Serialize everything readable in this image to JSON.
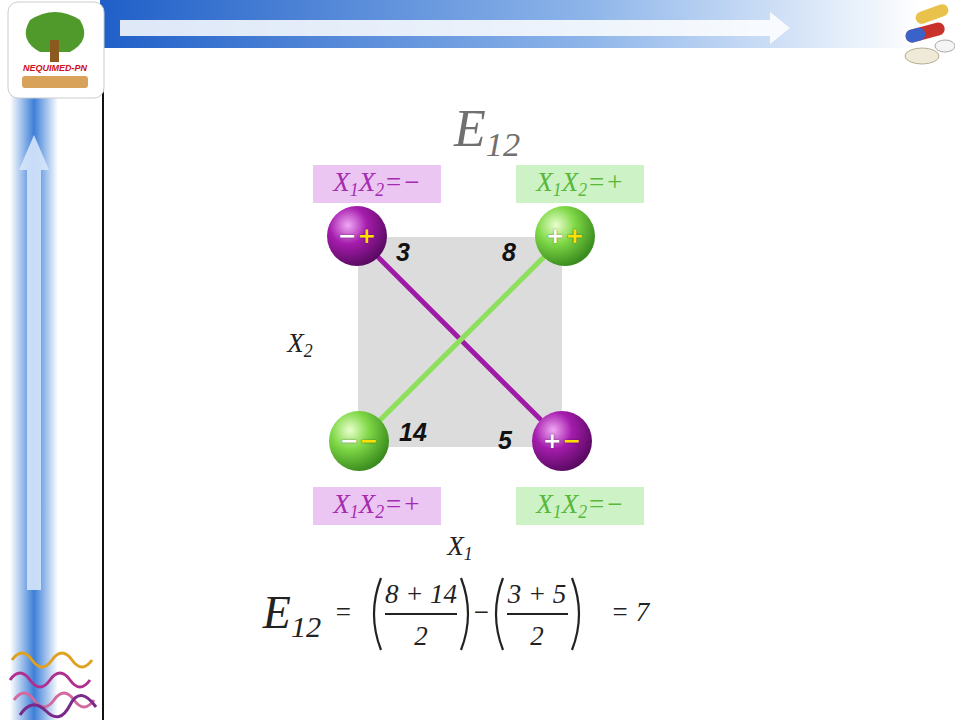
{
  "diagram": {
    "title": "E12",
    "nodes": [
      {
        "text": [
          "X1X2=−"
        ]
      },
      {
        "text": [
          "X1X2=+"
        ]
      },
      {
        "text": [
          "−",
          "+"
        ]
      },
      {
        "text": [
          "+",
          "+"
        ]
      },
      {
        "text": [
          "−",
          "−"
        ]
      },
      {
        "text": [
          "+",
          "−"
        ]
      },
      {
        "text": [
          "X1X2=+"
        ]
      },
      {
        "text": [
          "X1X2=−"
        ]
      }
    ],
    "edges": [
      {
        "from": 2,
        "to": 5,
        "arrow": "none"
      },
      {
        "from": 4,
        "to": 3,
        "arrow": "none"
      }
    ],
    "labels": [
      "3",
      "8",
      "14",
      "5",
      "X2",
      "X1",
      "E12",
      "=",
      "8 + 14",
      "2",
      "−",
      "3 + 5",
      "2",
      "= 7",
      "NEQUIMED-PN"
    ]
  }
}
